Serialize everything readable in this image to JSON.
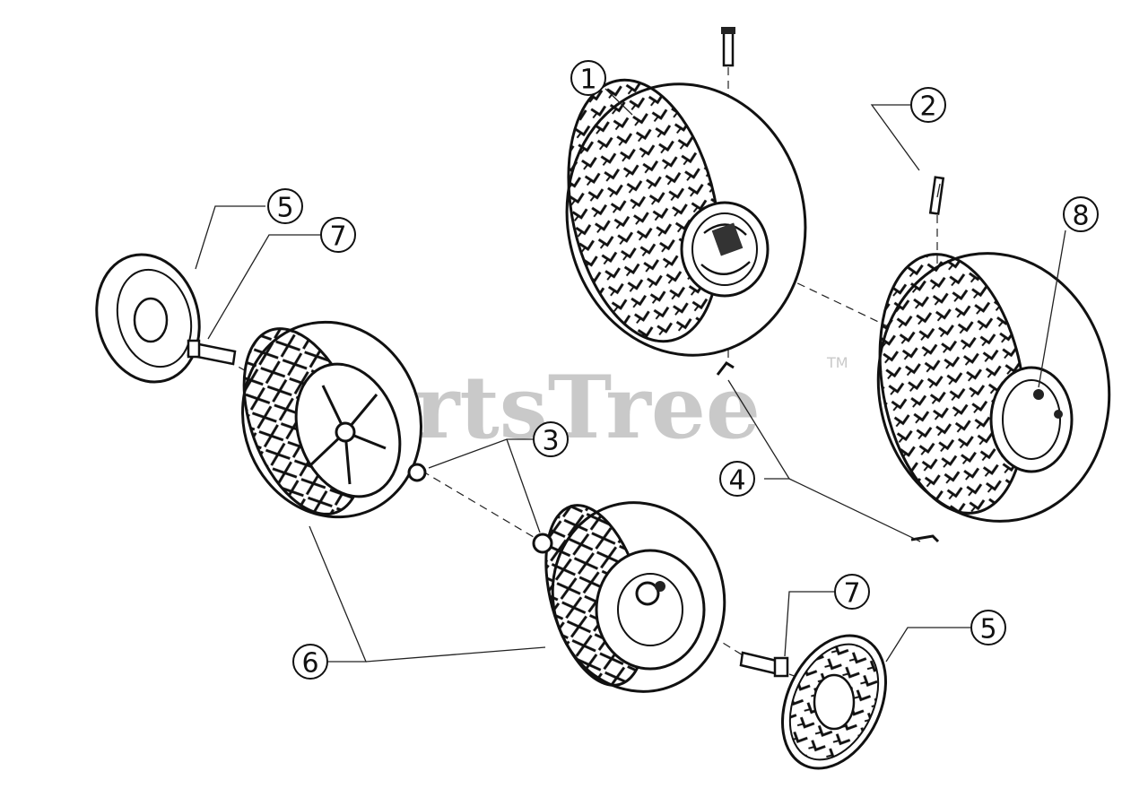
{
  "watermark": {
    "text": "PartsTree",
    "trademark": "TM"
  },
  "callouts": [
    {
      "id": "c1",
      "number": "1"
    },
    {
      "id": "c2",
      "number": "2"
    },
    {
      "id": "c3",
      "number": "3"
    },
    {
      "id": "c4",
      "number": "4"
    },
    {
      "id": "c5a",
      "number": "5"
    },
    {
      "id": "c5b",
      "number": "5"
    },
    {
      "id": "c6",
      "number": "6"
    },
    {
      "id": "c7a",
      "number": "7"
    },
    {
      "id": "c7b",
      "number": "7"
    },
    {
      "id": "c8",
      "number": "8"
    }
  ],
  "parts": [
    {
      "number": "1",
      "part": "rear-wheel-with-tire"
    },
    {
      "number": "2",
      "part": "wheel-pin"
    },
    {
      "number": "3",
      "part": "flange-nut"
    },
    {
      "number": "4",
      "part": "hairpin-clip"
    },
    {
      "number": "5",
      "part": "hubcap"
    },
    {
      "number": "6",
      "part": "front-wheel-with-tire"
    },
    {
      "number": "7",
      "part": "shoulder-bolt"
    },
    {
      "number": "8",
      "part": "rear-wheel-with-tire"
    }
  ]
}
